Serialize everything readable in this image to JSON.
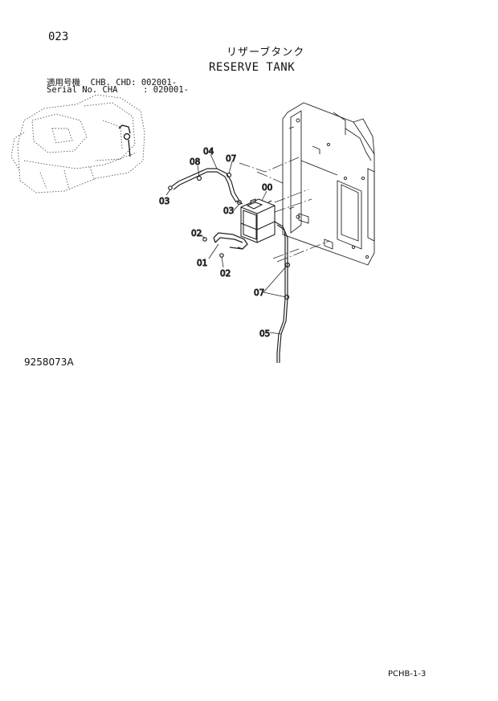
{
  "header": {
    "page_number": "023",
    "title_jp": "リザーブタンク",
    "title_en": "RESERVE TANK",
    "serial_line_1": "適用号機  CHB. CHD: 002001-",
    "serial_line_2": "Serial No. CHA     : 020001-"
  },
  "diagram": {
    "callouts": {
      "c00": "00",
      "c01": "01",
      "c02a": "02",
      "c02b": "02",
      "c03a": "03",
      "c03b": "03",
      "c04": "04",
      "c05": "05",
      "c07a": "07",
      "c07b": "07",
      "c08": "08"
    }
  },
  "footer": {
    "figure_id": "9258073A",
    "page_code": "PCHB-1-3"
  }
}
